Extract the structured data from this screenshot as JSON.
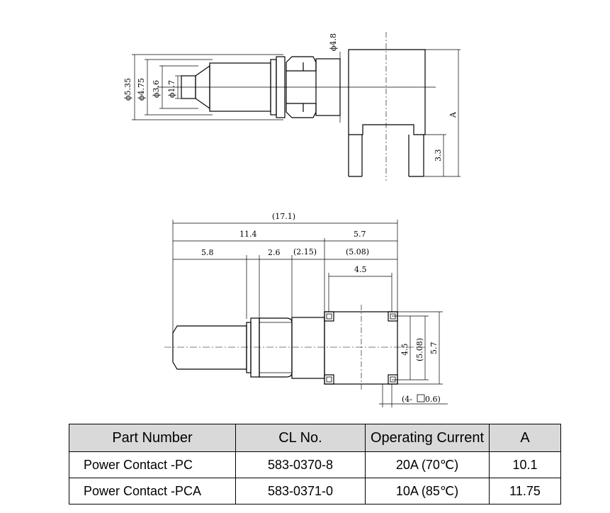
{
  "drawing": {
    "top_view": {
      "d1": "ϕ5.35",
      "d2": "ϕ4.75",
      "d3": "ϕ3.6",
      "d4": "ϕ1.7",
      "d5": "ϕ4.8",
      "a_label": "A",
      "h1": "3.3"
    },
    "side_view": {
      "total": "(17.1)",
      "left_len": "11.4",
      "right_len": "5.7",
      "seg1": "5.8",
      "seg2": "2.6",
      "seg3": "(2.15)",
      "seg4": "(5.08)",
      "pitch_h": "4.5",
      "pitch_v": "4.5",
      "pitch_v2": "(5.08)",
      "height": "5.7",
      "pin_pre": "(4-",
      "pin_post": "0.6)"
    }
  },
  "table": {
    "headers": [
      "Part Number",
      "CL No.",
      "Operating Current",
      "A"
    ],
    "rows": [
      [
        "Power Contact -PC",
        "583-0370-8",
        "20A (70℃)",
        "10.1"
      ],
      [
        "Power Contact -PCA",
        "583-0371-0",
        "10A (85℃)",
        "11.75"
      ]
    ]
  }
}
